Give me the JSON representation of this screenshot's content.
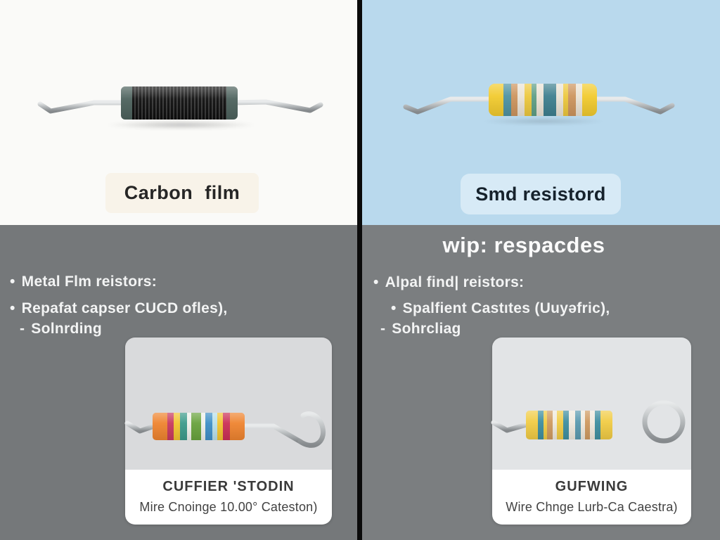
{
  "panels": {
    "top_left": {
      "label": "Carbon film"
    },
    "top_right": {
      "label": "Smd resistord"
    }
  },
  "bottom": {
    "title": "wip: respacdes",
    "left_bullets": [
      {
        "marker": "•",
        "text": "Metal Flm reistors:"
      },
      {
        "marker": "•",
        "text": "Repafat capser CUCD ofles),"
      },
      {
        "marker": "-",
        "text": "Solnrding"
      }
    ],
    "right_bullets": [
      {
        "marker": "•",
        "text": "Alpal find| reistors:"
      },
      {
        "marker": "•",
        "text": "Spalfient Castıtes (Uuyəfric),"
      },
      {
        "marker": "-",
        "text": "Sohrcliag"
      }
    ],
    "cards": {
      "left": {
        "title": "CUFFIER 'STODIN",
        "subtitle": "Mire Cnoinge 10.00° Cateston)"
      },
      "right": {
        "title": "GUFWING",
        "subtitle": "Wire Chnge Lurb-Ca Caestra)"
      }
    }
  },
  "colors": {
    "panel_tl_bg": "#fafaf8",
    "panel_tr_bg": "#b9d9ed",
    "bottom_left_bg": "#75787a",
    "bottom_right_bg": "#7b7e80",
    "divider": "#0a0a0a",
    "carbon_label_bg": "#f8f3e9",
    "smd_label_bg": "#d7eaf6",
    "card_left_photo_bg": "#d9dadc",
    "card_right_photo_bg": "#e2e4e6",
    "carbon_cap": "#4d625d",
    "carbon_body": "#141414"
  },
  "resistors": {
    "smd_stripes": [
      {
        "color": "#f2cb2f",
        "w": 17
      },
      {
        "color": "#4f93a2",
        "w": 9
      },
      {
        "color": "#cd955e",
        "w": 8
      },
      {
        "color": "#eae3d5",
        "w": 8
      },
      {
        "color": "#edc83e",
        "w": 8
      },
      {
        "color": "#5f9f86",
        "w": 6
      },
      {
        "color": "#eae3d5",
        "w": 8
      },
      {
        "color": "#3f808f",
        "w": 15
      },
      {
        "color": "#eae3d5",
        "w": 8
      },
      {
        "color": "#edc83e",
        "w": 6
      },
      {
        "color": "#cd955e",
        "w": 9
      },
      {
        "color": "#eae3d5",
        "w": 8
      },
      {
        "color": "#f2cb2f",
        "w": 17
      }
    ],
    "card_left_stripes": [
      {
        "color": "#ef8430",
        "w": 18
      },
      {
        "color": "#c8395f",
        "w": 7
      },
      {
        "color": "#f2c431",
        "w": 8
      },
      {
        "color": "#3d9b8b",
        "w": 8
      },
      {
        "color": "#eef0ea",
        "w": 5
      },
      {
        "color": "#69a33e",
        "w": 12
      },
      {
        "color": "#eef0ea",
        "w": 5
      },
      {
        "color": "#3e8fc7",
        "w": 8
      },
      {
        "color": "#b8dfe9",
        "w": 6
      },
      {
        "color": "#f2c431",
        "w": 7
      },
      {
        "color": "#cb3056",
        "w": 8
      },
      {
        "color": "#ef8430",
        "w": 18
      }
    ],
    "card_right_stripes": [
      {
        "color": "#f1cc45",
        "w": 16
      },
      {
        "color": "#3f8fa0",
        "w": 8
      },
      {
        "color": "#f1cc45",
        "w": 5
      },
      {
        "color": "#cf9a60",
        "w": 7
      },
      {
        "color": "#efeade",
        "w": 6
      },
      {
        "color": "#f1cc45",
        "w": 8
      },
      {
        "color": "#3f8fa0",
        "w": 8
      },
      {
        "color": "#efeade",
        "w": 9
      },
      {
        "color": "#5b9bb0",
        "w": 7
      },
      {
        "color": "#efeade",
        "w": 6
      },
      {
        "color": "#cf9a60",
        "w": 7
      },
      {
        "color": "#efeade",
        "w": 6
      },
      {
        "color": "#3f8fa0",
        "w": 8
      },
      {
        "color": "#f1cc45",
        "w": 16
      }
    ]
  }
}
